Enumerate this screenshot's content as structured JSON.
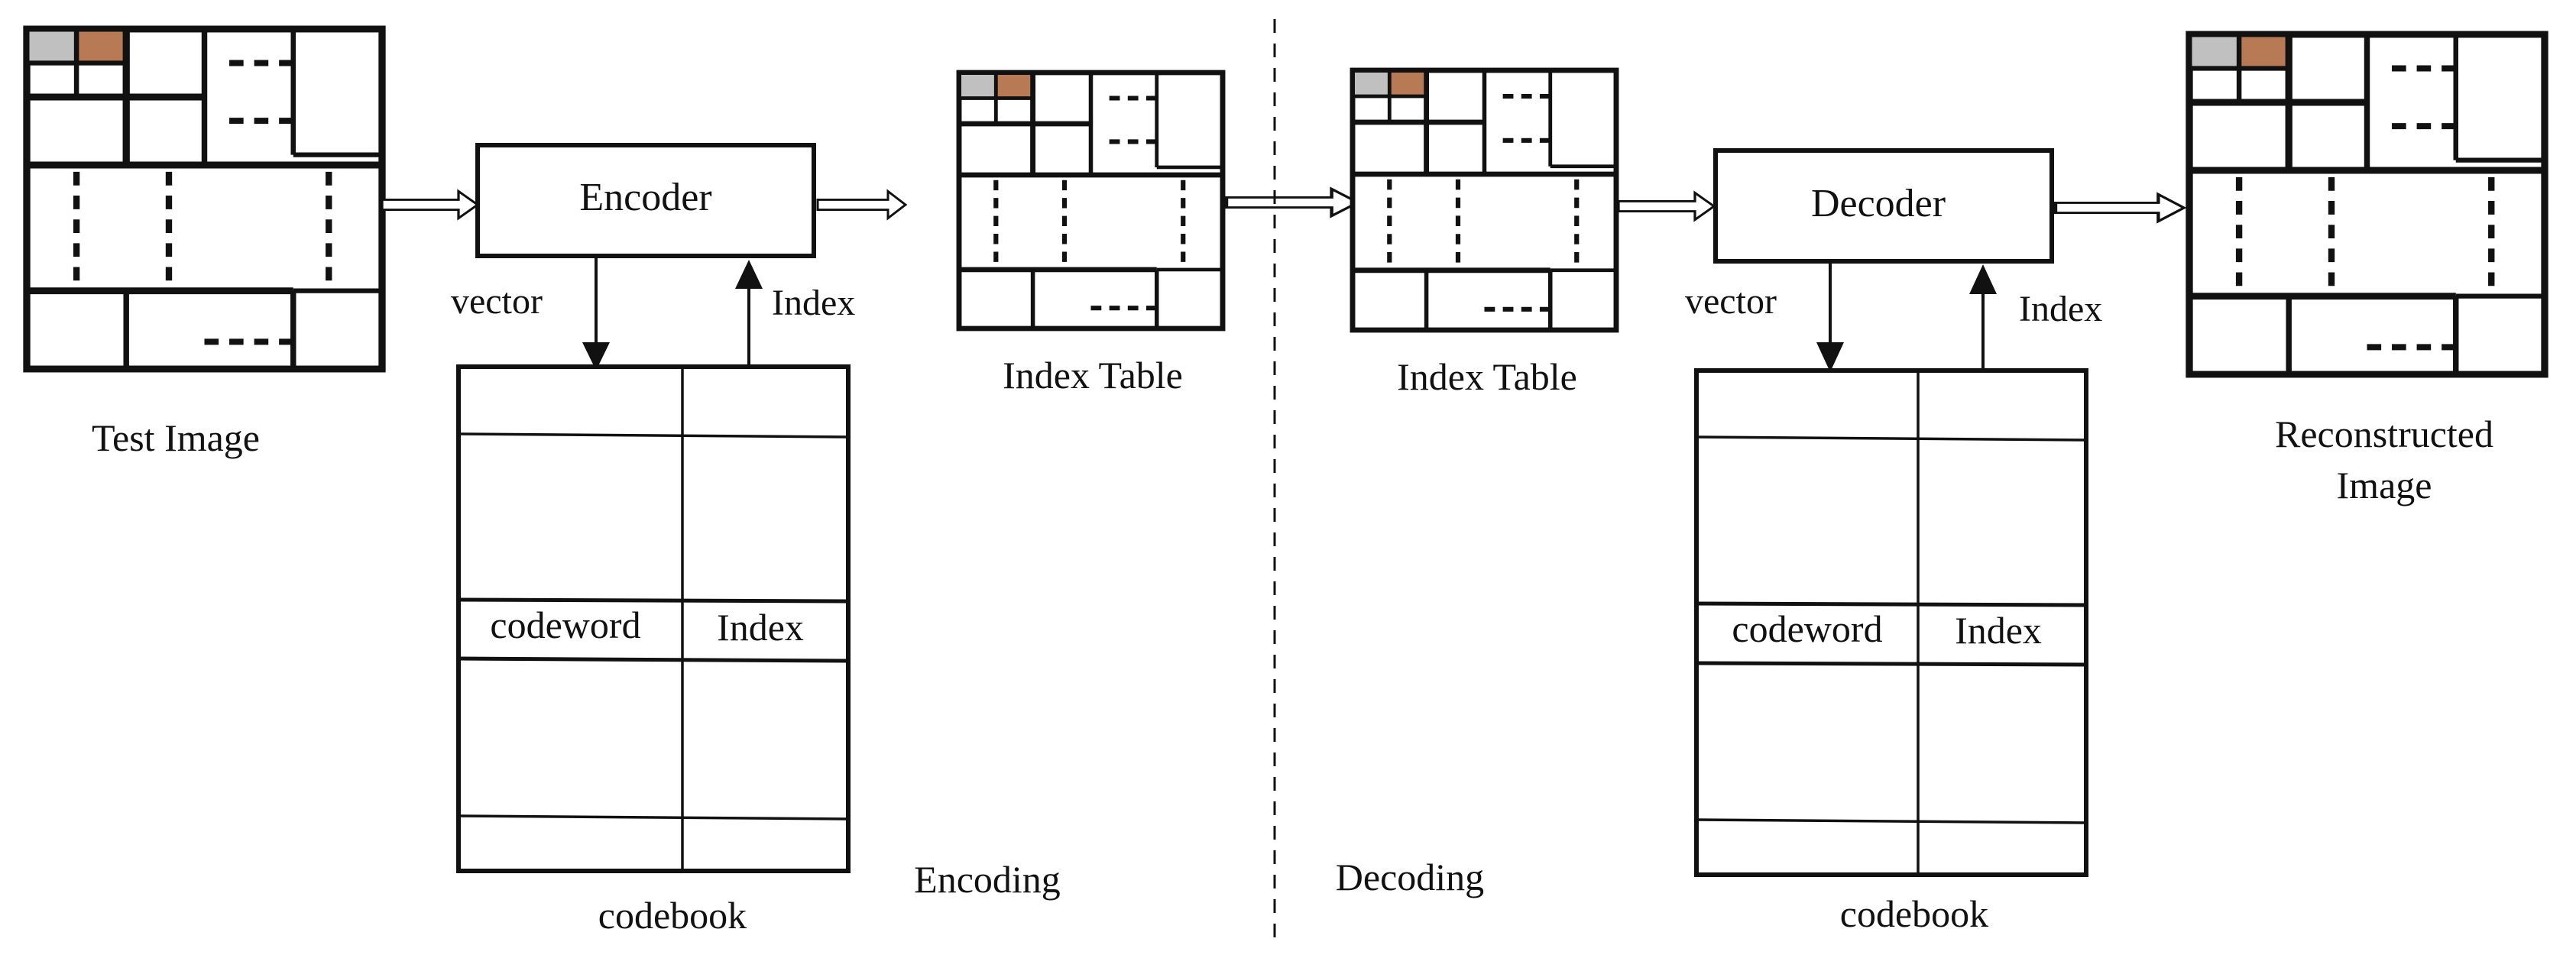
{
  "colors": {
    "line": "#111111",
    "background": "#ffffff",
    "tile_gray": "#c0c0c0",
    "tile_brown": "#b87a55"
  },
  "labels": {
    "test_image": "Test Image",
    "encoder": "Encoder",
    "decoder": "Decoder",
    "index_table_left": "Index Table",
    "index_table_right": "Index Table",
    "reconstructed_line1": "Reconstructed",
    "reconstructed_line2": "Image",
    "encoding": "Encoding",
    "decoding": "Decoding",
    "enc_vector": "vector",
    "enc_index": "Index",
    "dec_vector": "vector",
    "dec_index": "Index",
    "enc_codeword": "codeword",
    "enc_codebook_index": "Index",
    "dec_codeword": "codeword",
    "dec_codebook_index": "Index",
    "enc_codebook": "codebook",
    "dec_codebook": "codebook"
  }
}
